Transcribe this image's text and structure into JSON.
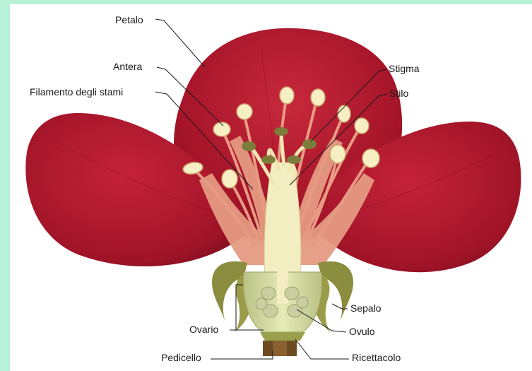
{
  "labels": {
    "petalo": "Petalo",
    "antera": "Antera",
    "filamento": "Filamento degli stami",
    "stigma": "Stigma",
    "stilo": "Stilo",
    "sepalo": "Sepalo",
    "ovario": "Ovario",
    "ovulo": "Ovulo",
    "pedicello": "Pedicello",
    "ricettacolo": "Ricettacolo"
  },
  "colors": {
    "background": "#b8f0d8",
    "petal": "#b0182e",
    "petal_dark": "#7e0d1f",
    "filament": "#e89a84",
    "style_cream": "#f3edc2",
    "anther": "#f6efc4",
    "sepal": "#8a8c3e",
    "ovary": "#d8dfa6"
  }
}
